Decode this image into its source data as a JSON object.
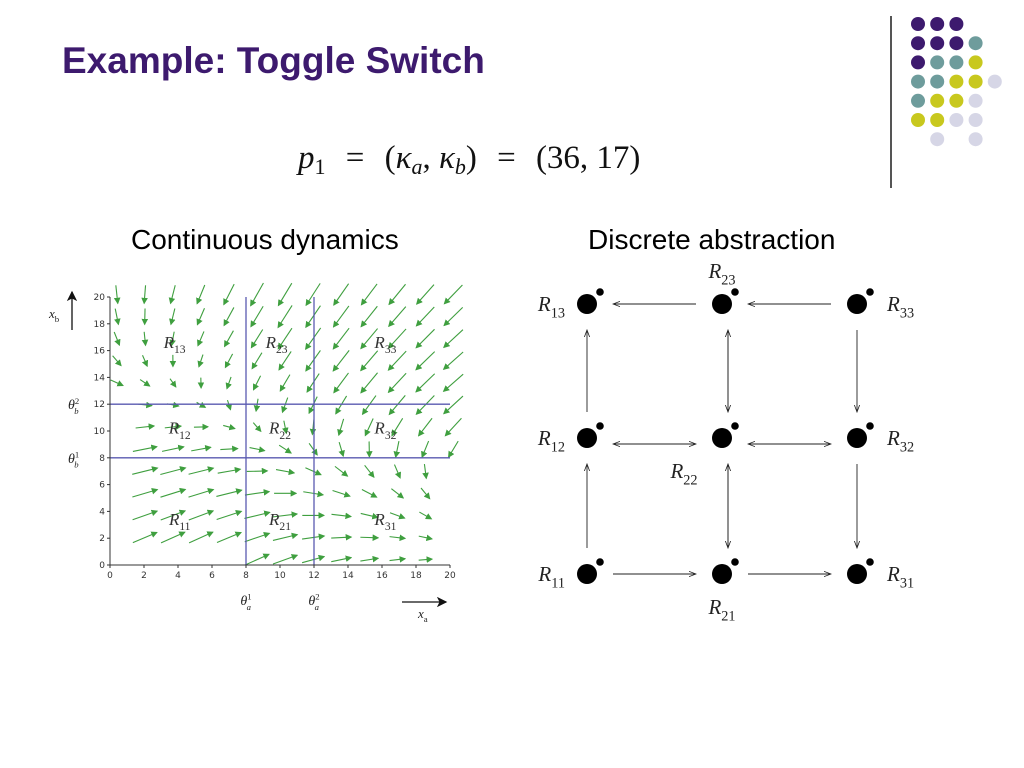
{
  "title": "Example: Toggle Switch",
  "formula": {
    "p": "p",
    "p_sub": "1",
    "eq": "=",
    "kappa": "κ",
    "sub_a": "a",
    "sub_b": "b",
    "values": "(36, 17)"
  },
  "headings": {
    "continuous": "Continuous dynamics",
    "discrete": "Discrete abstraction"
  },
  "phase_plot": {
    "xlim": [
      0,
      20
    ],
    "ylim": [
      0,
      20
    ],
    "x_ticks": [
      "0",
      "2",
      "4",
      "6",
      "8",
      "10",
      "12",
      "14",
      "16",
      "18",
      "20"
    ],
    "y_ticks": [
      "0",
      "2",
      "4",
      "6",
      "8",
      "10",
      "12",
      "14",
      "16",
      "18",
      "20"
    ],
    "x_axis_label": {
      "base": "x",
      "sub": "a"
    },
    "y_axis_label": {
      "base": "x",
      "sub": "b"
    },
    "thresholds_x": [
      {
        "value": 8,
        "base": "θ",
        "sub": "a",
        "sup": "1"
      },
      {
        "value": 12,
        "base": "θ",
        "sub": "a",
        "sup": "2"
      }
    ],
    "thresholds_y": [
      {
        "value": 8,
        "base": "θ",
        "sub": "b",
        "sup": "1"
      },
      {
        "value": 12,
        "base": "θ",
        "sub": "b",
        "sup": "2"
      }
    ],
    "region_labels": [
      {
        "base": "R",
        "sub": "13",
        "x": 3.8,
        "y": 16.2
      },
      {
        "base": "R",
        "sub": "23",
        "x": 9.8,
        "y": 16.2
      },
      {
        "base": "R",
        "sub": "33",
        "x": 16.2,
        "y": 16.2
      },
      {
        "base": "R",
        "sub": "12",
        "x": 4.1,
        "y": 9.8
      },
      {
        "base": "R",
        "sub": "22",
        "x": 10.0,
        "y": 9.8
      },
      {
        "base": "R",
        "sub": "32",
        "x": 16.2,
        "y": 9.8
      },
      {
        "base": "R",
        "sub": "11",
        "x": 4.1,
        "y": 3.0
      },
      {
        "base": "R",
        "sub": "21",
        "x": 10.0,
        "y": 3.0
      },
      {
        "base": "R",
        "sub": "31",
        "x": 16.2,
        "y": 3.0
      }
    ],
    "arrow_color": "#3f9f3f",
    "threshold_color": "#5a5ab0"
  },
  "abstraction": {
    "nodes": [
      {
        "id": "R13",
        "base": "R",
        "sub": "13",
        "col": 0,
        "row": 0,
        "label_pos": "left"
      },
      {
        "id": "R23",
        "base": "R",
        "sub": "23",
        "col": 1,
        "row": 0,
        "label_pos": "top"
      },
      {
        "id": "R33",
        "base": "R",
        "sub": "33",
        "col": 2,
        "row": 0,
        "label_pos": "right"
      },
      {
        "id": "R12",
        "base": "R",
        "sub": "12",
        "col": 0,
        "row": 1,
        "label_pos": "left"
      },
      {
        "id": "R22",
        "base": "R",
        "sub": "22",
        "col": 1,
        "row": 1,
        "label_pos": "bottom-left"
      },
      {
        "id": "R32",
        "base": "R",
        "sub": "32",
        "col": 2,
        "row": 1,
        "label_pos": "right"
      },
      {
        "id": "R11",
        "base": "R",
        "sub": "11",
        "col": 0,
        "row": 2,
        "label_pos": "left"
      },
      {
        "id": "R21",
        "base": "R",
        "sub": "21",
        "col": 1,
        "row": 2,
        "label_pos": "bottom"
      },
      {
        "id": "R31",
        "base": "R",
        "sub": "31",
        "col": 2,
        "row": 2,
        "label_pos": "right"
      }
    ],
    "transitions": [
      {
        "from": "R23",
        "to": "R13"
      },
      {
        "from": "R33",
        "to": "R23"
      },
      {
        "from": "R12",
        "to": "R13"
      },
      {
        "from": "R22",
        "to": "R23"
      },
      {
        "from": "R23",
        "to": "R22"
      },
      {
        "from": "R33",
        "to": "R32"
      },
      {
        "from": "R22",
        "to": "R12"
      },
      {
        "from": "R12",
        "to": "R22"
      },
      {
        "from": "R32",
        "to": "R22"
      },
      {
        "from": "R22",
        "to": "R32"
      },
      {
        "from": "R11",
        "to": "R12"
      },
      {
        "from": "R21",
        "to": "R22"
      },
      {
        "from": "R22",
        "to": "R21"
      },
      {
        "from": "R32",
        "to": "R31"
      },
      {
        "from": "R11",
        "to": "R21"
      },
      {
        "from": "R21",
        "to": "R31"
      }
    ]
  },
  "theme": {
    "title_color": "#3d1a6e",
    "dot_colors": [
      "#3d1a6e",
      "#6e9c9c",
      "#c8c81e",
      "#d6d6e6"
    ]
  }
}
